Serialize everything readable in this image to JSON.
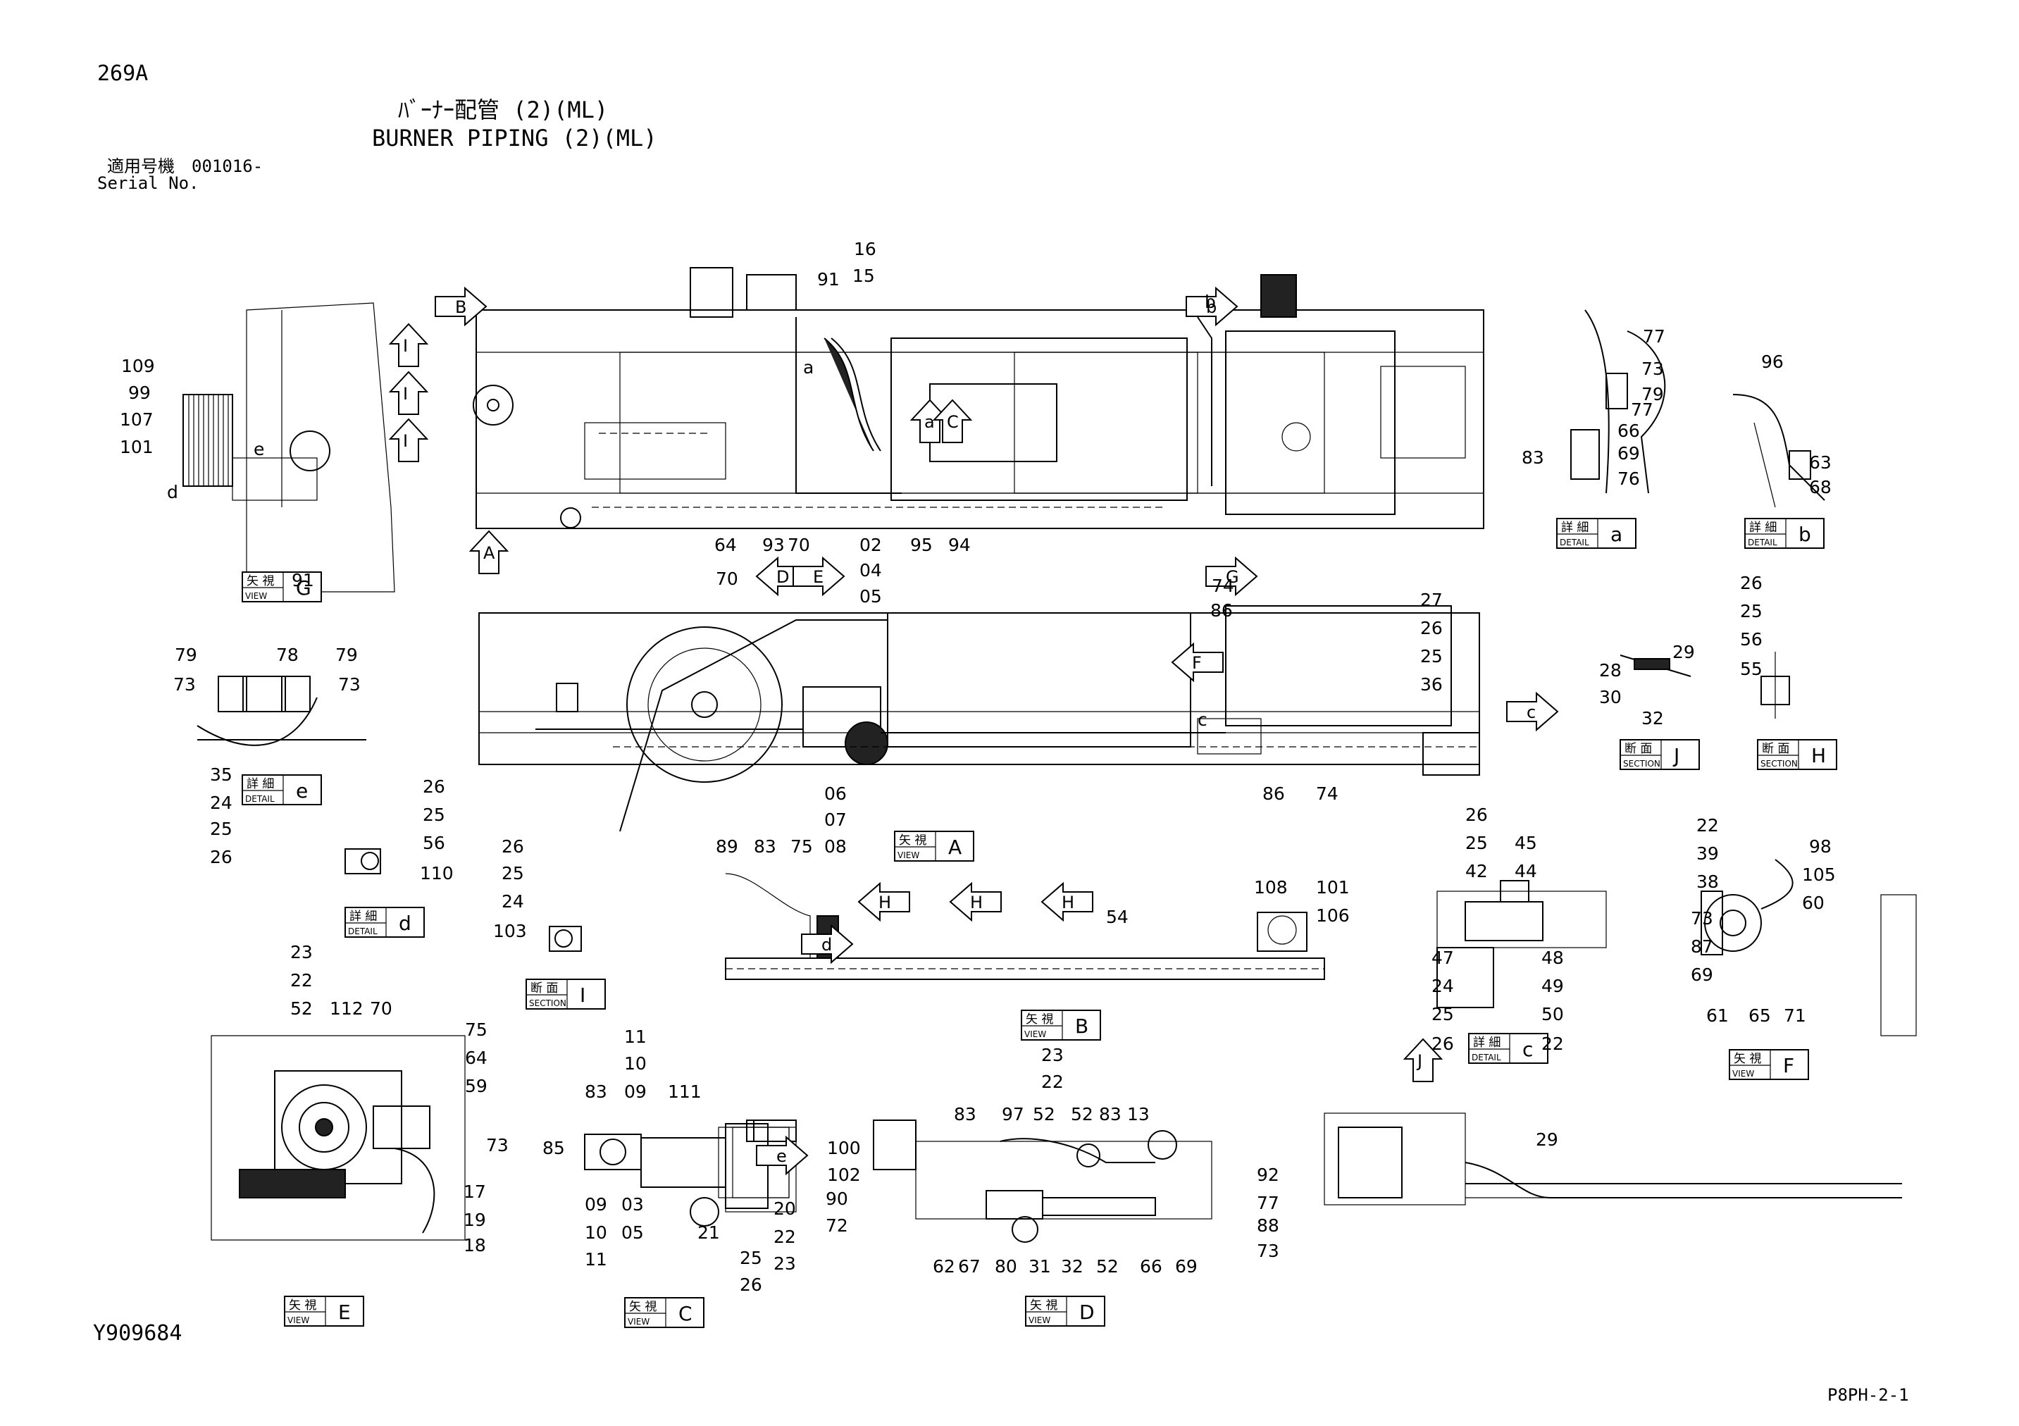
{
  "header": {
    "page_code": "269A",
    "title_jp": "ﾊﾞｰﾅｰ配管 (2)(ML)",
    "title_en": "BURNER PIPING (2)(ML)",
    "serial_label_jp": "適用号機",
    "serial_label_en": "Serial No.",
    "serial_value": "001016-"
  },
  "footer": {
    "drawing_number": "Y909684",
    "page_ref": "P8PH-2-1"
  },
  "view_boxes": [
    {
      "id": "G",
      "jp": "矢 視",
      "en": "VIEW",
      "letter": "G"
    },
    {
      "id": "a",
      "jp": "詳 細",
      "en": "DETAIL",
      "letter": "a"
    },
    {
      "id": "b",
      "jp": "詳 細",
      "en": "DETAIL",
      "letter": "b"
    },
    {
      "id": "e",
      "jp": "詳 細",
      "en": "DETAIL",
      "letter": "e"
    },
    {
      "id": "J",
      "jp": "断 面",
      "en": "SECTION",
      "letter": "J"
    },
    {
      "id": "H",
      "jp": "断 面",
      "en": "SECTION",
      "letter": "H"
    },
    {
      "id": "A",
      "jp": "矢 視",
      "en": "VIEW",
      "letter": "A"
    },
    {
      "id": "d",
      "jp": "詳 細",
      "en": "DETAIL",
      "letter": "d"
    },
    {
      "id": "I",
      "jp": "断 面",
      "en": "SECTION",
      "letter": "I"
    },
    {
      "id": "B",
      "jp": "矢 視",
      "en": "VIEW",
      "letter": "B"
    },
    {
      "id": "c",
      "jp": "詳 細",
      "en": "DETAIL",
      "letter": "c"
    },
    {
      "id": "F",
      "jp": "矢 視",
      "en": "VIEW",
      "letter": "F"
    },
    {
      "id": "E",
      "jp": "矢 視",
      "en": "VIEW",
      "letter": "E"
    },
    {
      "id": "C",
      "jp": "矢 視",
      "en": "VIEW",
      "letter": "C"
    },
    {
      "id": "D",
      "jp": "矢 視",
      "en": "VIEW",
      "letter": "D"
    }
  ],
  "view_arrows": [
    "B",
    "I",
    "I",
    "I",
    "a",
    "C",
    "b",
    "A",
    "D",
    "E",
    "G",
    "F",
    "H",
    "H",
    "H",
    "J",
    "d",
    "e",
    "c"
  ],
  "part_labels": [
    "109",
    "99",
    "107",
    "101",
    "91",
    "e",
    "d",
    "16",
    "15",
    "91",
    "a",
    "b",
    "64",
    "93",
    "70",
    "02",
    "04",
    "05",
    "95",
    "94",
    "77",
    "73",
    "79",
    "77",
    "66",
    "83",
    "69",
    "76",
    "96",
    "63",
    "68",
    "70",
    "74",
    "86",
    "27",
    "26",
    "25",
    "36",
    "c",
    "06",
    "07",
    "08",
    "89",
    "83",
    "75",
    "86",
    "74",
    "79",
    "78",
    "79",
    "73",
    "73",
    "35",
    "24",
    "25",
    "26",
    "28",
    "29",
    "30",
    "32",
    "26",
    "25",
    "56",
    "55",
    "26",
    "25",
    "56",
    "110",
    "26",
    "25",
    "24",
    "103",
    "108",
    "101",
    "106",
    "54",
    "26",
    "25",
    "42",
    "45",
    "44",
    "47",
    "24",
    "25",
    "26",
    "48",
    "49",
    "50",
    "22",
    "22",
    "39",
    "38",
    "98",
    "105",
    "60",
    "73",
    "87",
    "69",
    "61",
    "65",
    "71",
    "23",
    "22",
    "52",
    "112",
    "70",
    "75",
    "64",
    "59",
    "73",
    "17",
    "19",
    "18",
    "11",
    "10",
    "09",
    "83",
    "111",
    "85",
    "09",
    "10",
    "11",
    "03",
    "05",
    "20",
    "22",
    "23",
    "21",
    "25",
    "26",
    "23",
    "22",
    "83",
    "97",
    "52",
    "52",
    "83",
    "13",
    "100",
    "102",
    "90",
    "72",
    "92",
    "77",
    "88",
    "73",
    "62",
    "67",
    "80",
    "31",
    "32",
    "52",
    "66",
    "69",
    "29"
  ]
}
